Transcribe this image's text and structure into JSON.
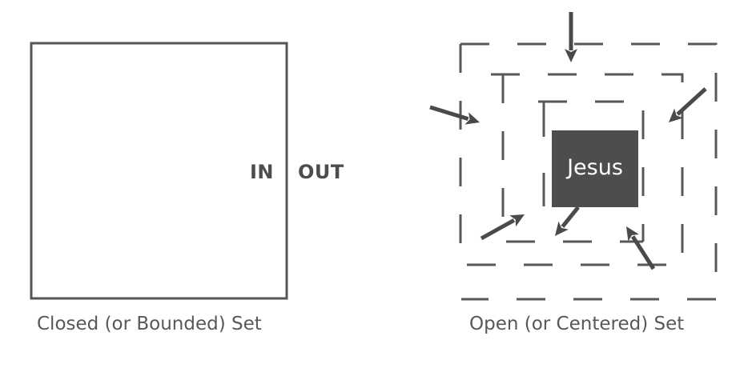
{
  "closed_set": {
    "inside_label": "IN",
    "outside_label": "OUT",
    "caption": "Closed (or Bounded) Set"
  },
  "open_set": {
    "center_label": "Jesus",
    "caption": "Open (or Centered) Set",
    "arrows": [
      {
        "name": "arrow-from-top",
        "direction": "toward-center"
      },
      {
        "name": "arrow-from-upper-left",
        "direction": "toward-center"
      },
      {
        "name": "arrow-from-upper-right",
        "direction": "toward-center"
      },
      {
        "name": "arrow-from-lower-left",
        "direction": "toward-center"
      },
      {
        "name": "arrow-from-lower-right",
        "direction": "toward-center"
      },
      {
        "name": "arrow-from-center",
        "direction": "away-from-center"
      }
    ]
  },
  "colors": {
    "line": "#555557",
    "center_box": "#4d4d4f",
    "center_text": "#ffffff",
    "text": "#4d4d4f"
  }
}
